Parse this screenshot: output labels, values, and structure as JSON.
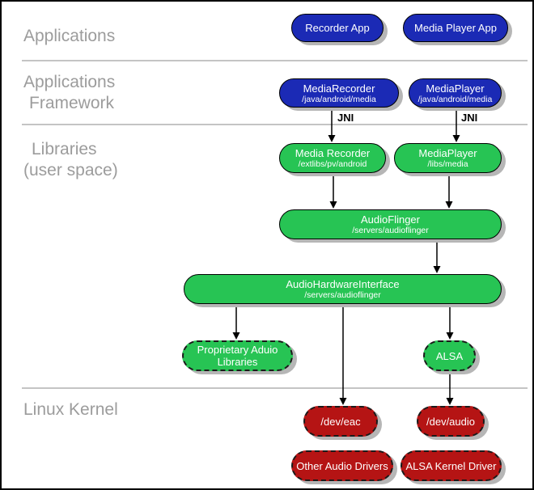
{
  "sections": {
    "applications": {
      "label": "Applications"
    },
    "applications_framework": {
      "line1": "Applications",
      "line2": "Framework"
    },
    "libraries": {
      "line1": "Libraries",
      "line2": "(user space)"
    },
    "linux_kernel": {
      "label": "Linux Kernel"
    }
  },
  "nodes": {
    "recorder_app": {
      "label": "Recorder App"
    },
    "media_player_app": {
      "label": "Media Player App"
    },
    "media_recorder_framework": {
      "label": "MediaRecorder",
      "path": "/java/android/media"
    },
    "media_player_framework": {
      "label": "MediaPlayer",
      "path": "/java/android/media"
    },
    "media_recorder_library": {
      "label": "Media Recorder",
      "path": "/extlibs/pv/android"
    },
    "media_player_library": {
      "label": "MediaPlayer",
      "path": "/libs/media"
    },
    "audio_flinger": {
      "label": "AudioFlinger",
      "path": "/servers/audioflinger"
    },
    "audio_hardware_interface": {
      "label": "AudioHardwareInterface",
      "path": "/servers/audioflinger"
    },
    "proprietary_audio_libraries": {
      "label": "Proprietary Aduio Libraries"
    },
    "alsa": {
      "label": "ALSA"
    },
    "dev_eac": {
      "label": "/dev/eac"
    },
    "dev_audio": {
      "label": "/dev/audio"
    },
    "other_audio_drivers": {
      "label": "Other Audio Drivers"
    },
    "alsa_kernel_driver": {
      "label": "ALSA Kernel Driver"
    }
  },
  "connectors": {
    "jni_left_label": "JNI",
    "jni_right_label": "JNI"
  },
  "colors": {
    "app_blue": "#1b2ab5",
    "library_green": "#27c454",
    "kernel_red": "#b51414",
    "section_label_gray": "#9c9c9c",
    "divider_gray": "#888888",
    "shadow_gray": "#b6b6b6"
  }
}
